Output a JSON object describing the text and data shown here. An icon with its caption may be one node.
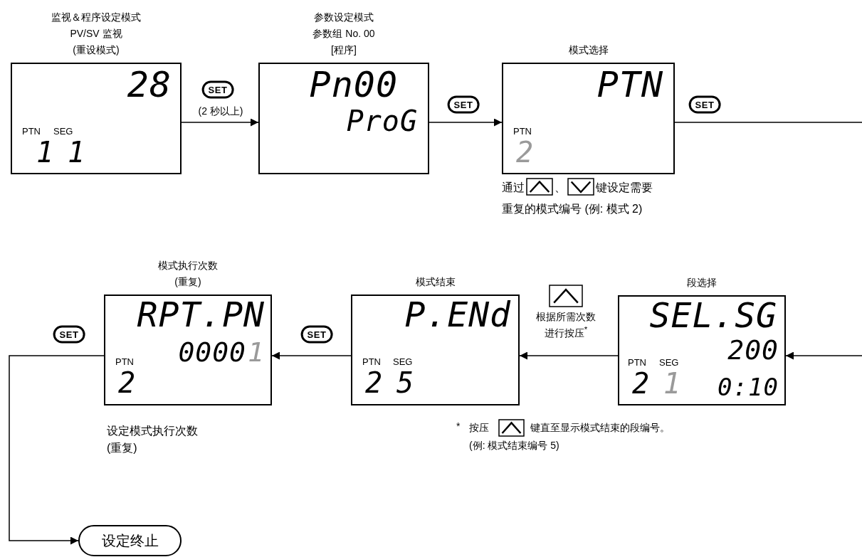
{
  "diagram": {
    "nodes": [
      {
        "text": [
          "监视＆程序设定模式 PV/SV 监视 (重设模式)",
          "28",
          "PTN",
          "SEG",
          "1",
          "1"
        ]
      },
      {
        "text": [
          "参数设定模式参数组 No. 00 [程序]",
          "Pn00",
          "ProG"
        ]
      },
      {
        "text": [
          "模式选择",
          "PTN",
          "PTN",
          "2"
        ],
        "beside": [
          "通过",
          "、",
          "键设定需要重复的模式编号 (例: 模式 2)"
        ]
      },
      {
        "text": [
          "模式执行次数 (重复)",
          "RPT.PN",
          "0000",
          "1",
          "PTN",
          "2"
        ],
        "beside": [
          "设定模式执行次数 (重复)"
        ]
      },
      {
        "text": [
          "模式结束",
          "P.ENd",
          "PTN",
          "SEG",
          "2",
          "5"
        ]
      },
      {
        "text": [
          "段选择",
          "SEL.SG",
          "200",
          "PTN",
          "SEG",
          "2",
          "1",
          "0:10"
        ]
      },
      {
        "text": [
          "设定终止"
        ]
      }
    ],
    "edges": [
      {
        "from": 0,
        "to": 1,
        "arrow": "to",
        "label": "(2 秒以上)"
      },
      {
        "from": 1,
        "to": 2,
        "arrow": "to"
      },
      {
        "from": 2,
        "to": null,
        "arrow": "none"
      },
      {
        "from": null,
        "to": 5,
        "arrow": "to"
      },
      {
        "from": 5,
        "to": 4,
        "arrow": "to",
        "label": "根据所需次数进行按压$^{*}$"
      },
      {
        "from": 4,
        "to": 3,
        "arrow": "to"
      },
      {
        "from": 3,
        "to": 6,
        "arrow": "to"
      }
    ],
    "labels": [
      "SET",
      "SET",
      "SET",
      "SET",
      "SET",
      "*",
      "按压",
      "键直至显示模式结束的段编号。",
      "(例: 模式结束编号 5)"
    ]
  }
}
